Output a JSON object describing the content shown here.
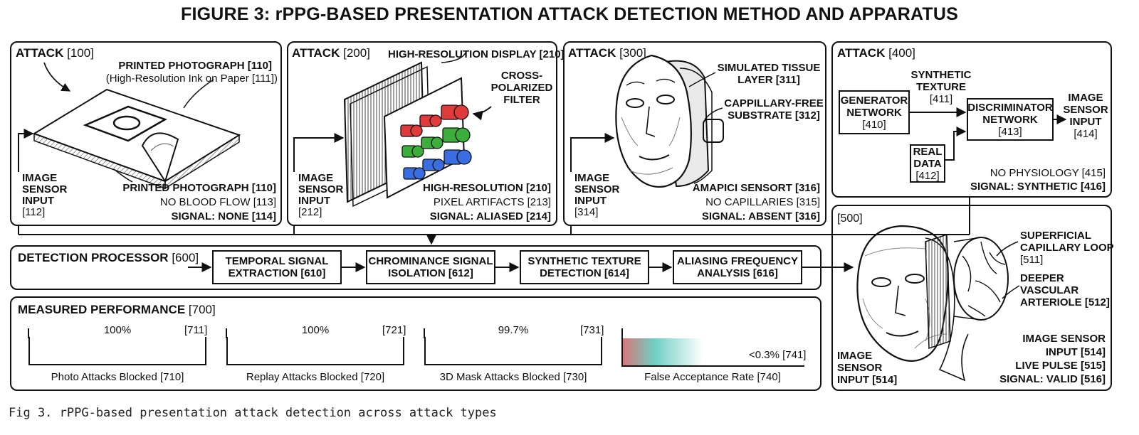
{
  "title": "FIGURE 3:  rPPG-BASED PRESENTATION ATTACK DETECTION METHOD AND APPARATUS",
  "caption": "Fig 3. rPPG-based presentation attack detection across attack types",
  "attack100": {
    "header": "ATTACK",
    "ref": "[100]",
    "top_label": "PRINTED PHOTOGRAPH [110]",
    "top_sub": "(High-Resolution Ink on Paper [111])",
    "sensor_lines": [
      "IMAGE",
      "SENSOR",
      "INPUT",
      "[112]"
    ],
    "bottom_lines": [
      "PRINTED PHOTOGRAPH [110]",
      "NO BLOOD FLOW [113]",
      "SIGNAL: NONE [114]"
    ]
  },
  "attack200": {
    "header": "ATTACK",
    "ref": "[200]",
    "display_label": "HIGH-RESOLUTION DISPLAY [210]",
    "filter_lines": [
      "CROSS-",
      "POLARIZED",
      "FILTER"
    ],
    "sensor_lines": [
      "IMAGE",
      "SENSOR",
      "INPUT",
      "[212]"
    ],
    "bottom_lines": [
      "HIGH-RESOLUTION [210]",
      "PIXEL ARTIFACTS [213]",
      "SIGNAL: ALIASED [214]"
    ]
  },
  "attack300": {
    "header": "ATTACK",
    "ref": "[300]",
    "tissue_lines": [
      "SIMULATED TISSUE",
      "LAYER [311]"
    ],
    "substrate_lines": [
      "CAPPILLARY-FREE",
      "SUBSTRATE [312]"
    ],
    "sensor_lines": [
      "IMAGE",
      "SENSOR",
      "INPUT",
      "[314]"
    ],
    "bottom_lines": [
      "AMAPICI SENSORT [316]",
      "NO CAPILLARIES [315]",
      "SIGNAL: ABSENT [316]"
    ]
  },
  "attack400": {
    "header": "ATTACK",
    "ref": "[400]",
    "texture_lines": [
      "SYNTHETIC",
      "TEXTURE",
      "[411]"
    ],
    "generator_lines": [
      "GENERATOR",
      "NETWORK",
      "[410]"
    ],
    "discriminator_lines": [
      "DISCRIMINATOR",
      "NETWORK",
      "[413]"
    ],
    "real_lines": [
      "REAL",
      "DATA",
      "[412]"
    ],
    "sensor_lines": [
      "IMAGE",
      "SENSOR",
      "INPUT",
      "[414]"
    ],
    "bottom_lines": [
      "NO PHYSIOLOGY [415]",
      "SIGNAL: SYNTHETIC [416]"
    ]
  },
  "panel500": {
    "ref": "[500]",
    "capillary_lines": [
      "SUPERFICIAL",
      "CAPILLARY LOOP",
      "[511]"
    ],
    "arteriole_lines": [
      "DEEPER",
      "VASCULAR",
      "ARTERIOLE [512]"
    ],
    "right_lines": [
      "IMAGE SENSOR",
      "INPUT [514]",
      "LIVE PULSE [515]",
      "SIGNAL: VALID [516]"
    ],
    "sensor_lines": [
      "IMAGE",
      "SENSOR",
      "INPUT [514]"
    ]
  },
  "processor": {
    "header": "DETECTION PROCESSOR",
    "ref": "[600]",
    "steps": [
      [
        "TEMPORAL SIGNAL",
        "EXTRACTION [610]"
      ],
      [
        "CHROMINANCE SIGNAL",
        "ISOLATION [612]"
      ],
      [
        "SYNTHETIC TEXTURE",
        "DETECTION [614]"
      ],
      [
        "ALIASING FREQUENCY",
        "ANALYSIS [616]"
      ]
    ]
  },
  "performance": {
    "header": "MEASURED PERFORMANCE",
    "ref": "[700]",
    "metrics": [
      {
        "value": "100%",
        "ref": "[711]",
        "label": "Photo Attacks Blocked [710]",
        "fraction": 1.0
      },
      {
        "value": "100%",
        "ref": "[721]",
        "label": "Replay Attacks Blocked [720]",
        "fraction": 1.0
      },
      {
        "value": "99.7%",
        "ref": "[731]",
        "label": "3D Mask Attacks Blocked [730]",
        "fraction": 0.997
      },
      {
        "value": "<0.3% [741]",
        "ref": "",
        "label": "False Acceptance Rate [740]",
        "fraction": 0.003
      }
    ]
  },
  "colors": {
    "far_gradient_start": "#d9777a",
    "far_gradient_mid": "#6fcfc4",
    "led_red": "#e03a3a",
    "led_green": "#3cae3c",
    "led_blue": "#3a6ee0"
  }
}
